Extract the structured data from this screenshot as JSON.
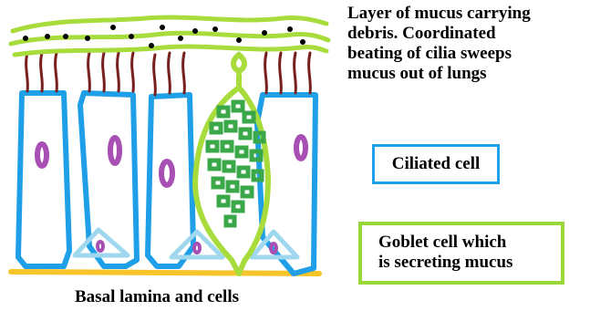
{
  "labels": {
    "mucus_caption": "Layer of mucus carrying\ndebris. Coordinated\nbeating of cilia sweeps\nmucus out of lungs",
    "ciliated_cell": "Ciliated cell",
    "goblet_cell": "Goblet cell which\nis secreting mucus",
    "basal": "Basal lamina and cells"
  },
  "colors": {
    "mucus": "#a8dc3c",
    "goblet_outline": "#a8dc3c",
    "ciliated_outline": "#1e9fe8",
    "basal_cell": "#9fd8ee",
    "basal_lamina": "#f7c52a",
    "nucleus": "#a84fb4",
    "cilia": "#7a1f1f",
    "granules": "#3aa848",
    "debris": "#000000"
  }
}
